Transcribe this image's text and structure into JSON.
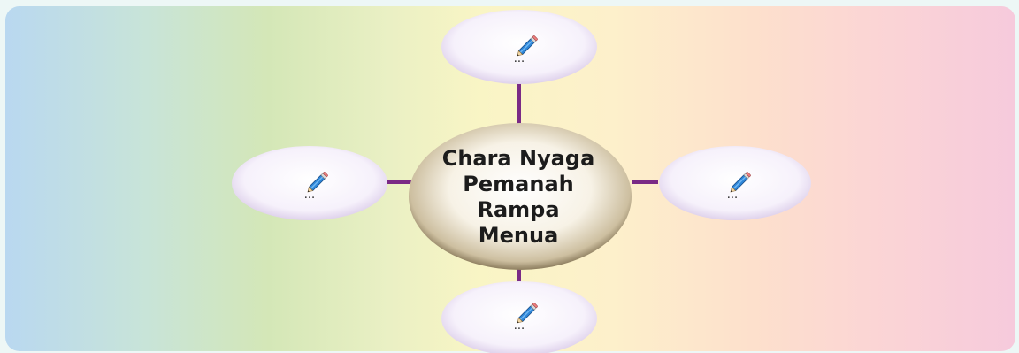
{
  "central_topic": {
    "lines": [
      "Chara Nyaga",
      "Pemanah",
      "Rampa",
      "Menua"
    ]
  },
  "bubbles": [
    {
      "position": "top",
      "icon": "pencil-icon",
      "text": "..."
    },
    {
      "position": "left",
      "icon": "pencil-icon",
      "text": "..."
    },
    {
      "position": "right",
      "icon": "pencil-icon",
      "text": "..."
    },
    {
      "position": "bottom",
      "icon": "pencil-icon",
      "text": "..."
    }
  ],
  "colors": {
    "connector": "#7a2a86",
    "bubble_fill": "#f3eefa",
    "center_fill": "#f6f1e2"
  }
}
